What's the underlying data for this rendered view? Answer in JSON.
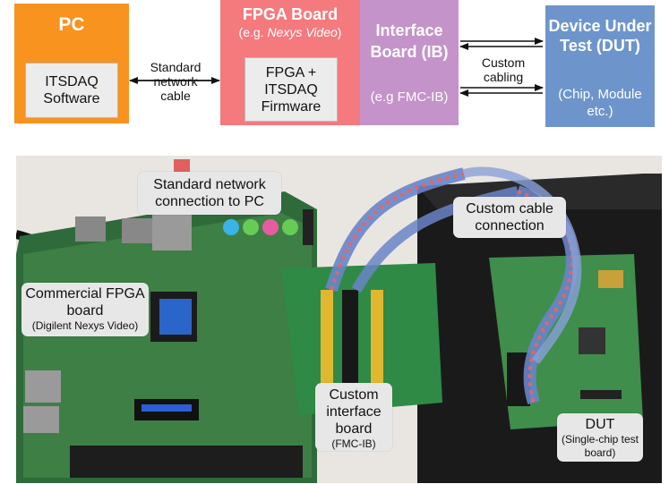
{
  "diagram": {
    "pc": {
      "title": "PC",
      "inner": "ITSDAQ Software"
    },
    "fpga": {
      "title": "FPGA Board",
      "subtitle_prefix": "(e.g. ",
      "subtitle_italic": "Nexys Video",
      "subtitle_suffix": ")",
      "inner": "FPGA + ITSDAQ Firmware"
    },
    "ib": {
      "title": "Interface Board (IB)",
      "subtitle": "(e.g FMC-IB)"
    },
    "dut": {
      "title": "Device Under Test (DUT)",
      "subtitle": "(Chip, Module etc.)"
    },
    "link_pc_fpga": "Standard network cable",
    "link_ib_dut": "Custom cabling",
    "colors": {
      "pc": "#f7931e",
      "fpga": "#f47a7e",
      "ib": "#c493c9",
      "dut": "#6d95cc"
    }
  },
  "photo_callouts": {
    "network": "Standard network connection to PC",
    "cable": "Custom cable connection",
    "fpga_board": "Commercial FPGA board",
    "fpga_board_note": "(Digilent Nexys Video)",
    "interface_board": "Custom interface board",
    "interface_board_note": "(FMC-IB)",
    "dut": "DUT",
    "dut_note": "(Single-chip test board)"
  }
}
